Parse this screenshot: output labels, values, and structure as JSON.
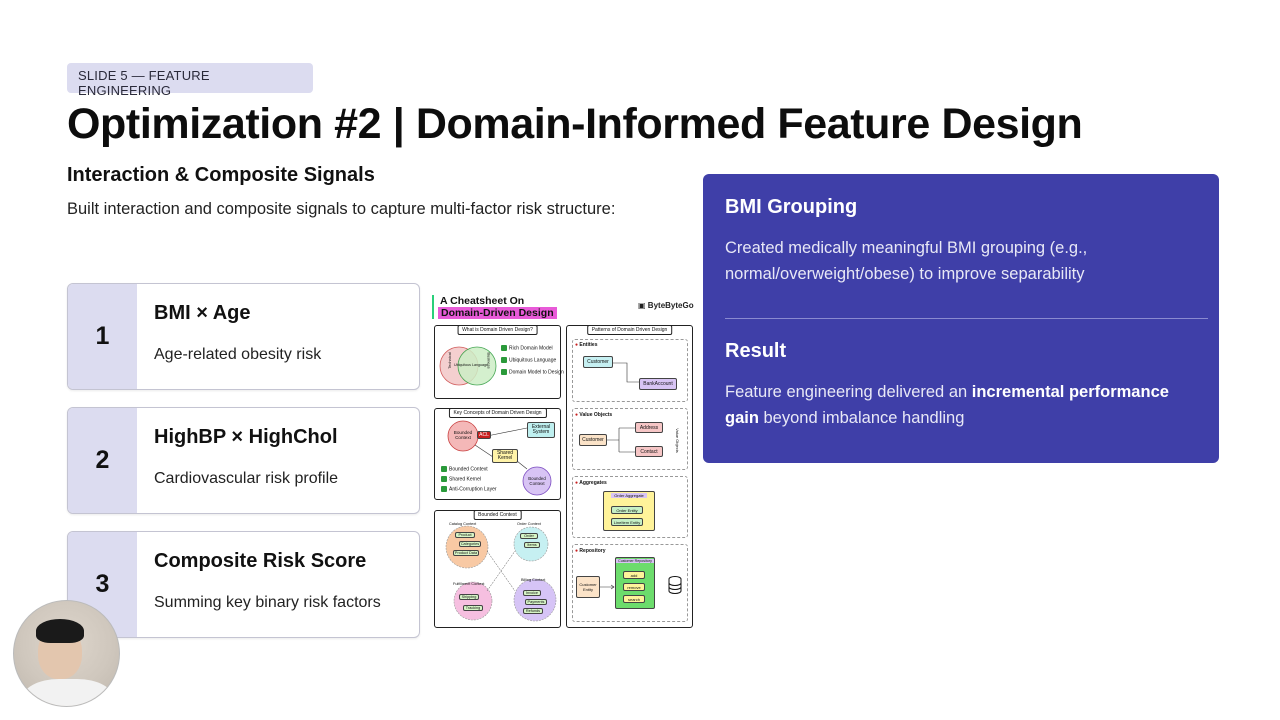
{
  "slide": {
    "tag": "SLIDE 5 — FEATURE ENGINEERING",
    "title": "Optimization #2 | Domain-Informed Feature Design",
    "subtitle": "Interaction & Composite Signals",
    "intro": "Built interaction and composite signals to capture multi-factor risk structure:"
  },
  "cards": [
    {
      "num": "1",
      "title": "BMI × Age",
      "desc": "Age-related obesity risk"
    },
    {
      "num": "2",
      "title": "HighBP × HighChol",
      "desc": "Cardiovascular risk profile"
    },
    {
      "num": "3",
      "title": "Composite Risk Score",
      "desc": "Summing key binary risk factors"
    }
  ],
  "cheatsheet": {
    "title_line1": "A Cheatsheet On",
    "title_line2": "Domain-Driven Design",
    "brand": "ByteByteGo",
    "panels": {
      "what": "What is Domain Driven Design?",
      "key": "Key Concepts of Domain Driven Design",
      "bounded": "Bounded Context",
      "patterns": "Patterns of Domain Driven Design"
    },
    "what_items": [
      "Rich Domain Model",
      "Ubiquitous Language",
      "Domain Model to Design"
    ],
    "key_items": [
      "Bounded Context",
      "Shared Kernel",
      "Anti-Corruption Layer"
    ],
    "venn": {
      "left": "Technical",
      "mid": "Ubiquitous Language",
      "right": "Business"
    },
    "key_nodes": {
      "bc": "Bounded Context",
      "acl": "ACL",
      "ext": "External System",
      "sk": "Shared Kernel",
      "bc2": "Bounded Context"
    },
    "patterns": [
      {
        "label": "Entities",
        "a": "Customer",
        "b": "BankAccount"
      },
      {
        "label": "Value Objects",
        "a": "Customer",
        "b": "Address",
        "c": "Contact",
        "side": "Value Objects"
      },
      {
        "label": "Aggregates",
        "root": "Order Aggregate",
        "a": "Order Entity",
        "b": "LineItem Entity"
      },
      {
        "label": "Repository",
        "repo": "Customer Repository",
        "a": "Customer Entity",
        "ops": [
          "add",
          "remove",
          "search"
        ]
      }
    ],
    "contexts": [
      {
        "name": "Catalog Context",
        "items": [
          "Product",
          "Categories",
          "Product Data"
        ]
      },
      {
        "name": "Order Context",
        "items": [
          "Order",
          "Items"
        ]
      },
      {
        "name": "Fulfillment Context",
        "items": [
          "Shipping",
          "Tracking"
        ]
      },
      {
        "name": "Billing Context",
        "items": [
          "Invoice",
          "Payments",
          "Refunds"
        ]
      }
    ]
  },
  "right_panel": {
    "bmi_title": "BMI Grouping",
    "bmi_text": "Created medically meaningful BMI grouping (e.g., normal/overweight/obese) to improve separability",
    "result_title": "Result",
    "result_pre": "Feature engineering delivered an ",
    "result_bold": "incremental performance gain",
    "result_post": " beyond imbalance handling"
  },
  "colors": {
    "accent": "#3f3fa8",
    "tag_bg": "#dcdcf0",
    "highlight": "#e85ad8"
  }
}
